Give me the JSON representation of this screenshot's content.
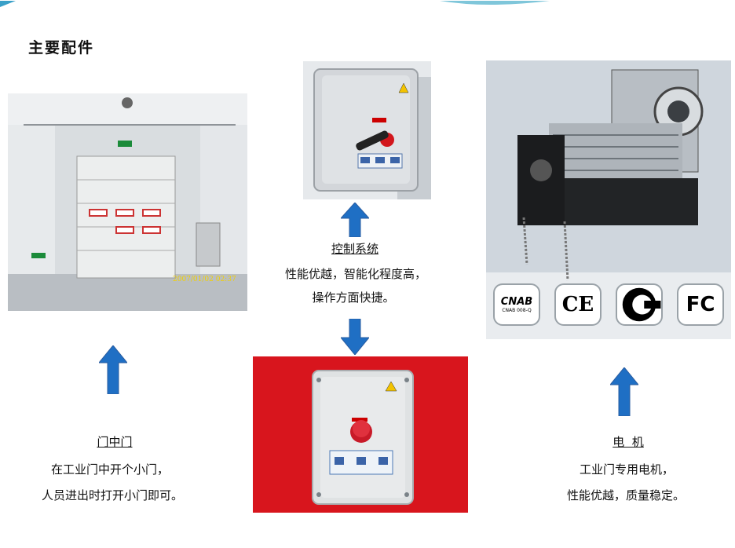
{
  "heading": "主要配件",
  "sections": {
    "door": {
      "title": "门中门",
      "lines": [
        "在工业门中开个小门，",
        "人员进出时打开小门即可。"
      ],
      "photo_timestamp": "2007/01/02 02:37"
    },
    "control": {
      "title": "控制系统",
      "lines": [
        "性能优越，智能化程度高，",
        "操作方面快捷。"
      ]
    },
    "motor": {
      "title": "电  机",
      "lines": [
        "工业门专用电机，",
        "性能优越，质量稳定。"
      ],
      "certifications": [
        "CNAB",
        "CE",
        "CCC",
        "FC"
      ],
      "cnab_caption": "CNAB 008-Q"
    }
  },
  "colors": {
    "arrow": "#1f6fc4",
    "arrow_dark": "#2a5da0",
    "red_backdrop": "#d8151d"
  }
}
